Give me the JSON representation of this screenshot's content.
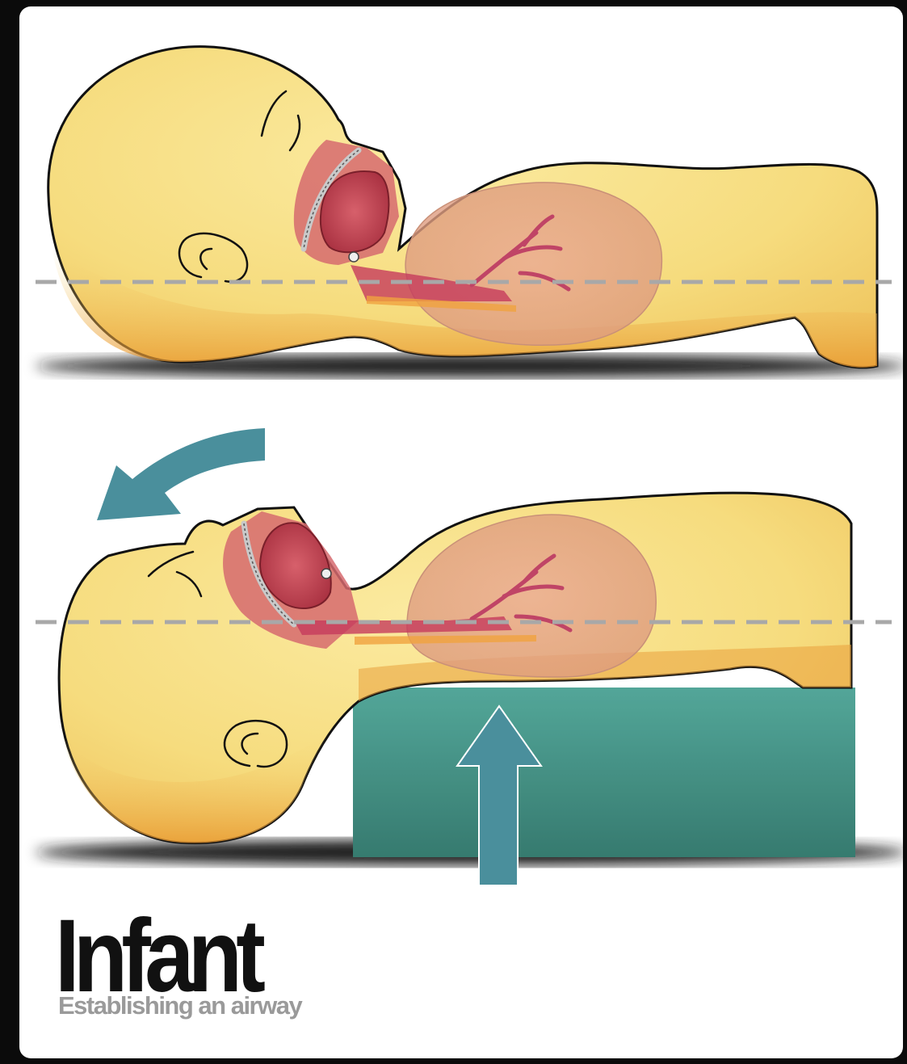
{
  "title": "Infant",
  "subtitle": "Establishing an airway",
  "colors": {
    "skin": "#f6dc7e",
    "skin_shadow": "#eda93a",
    "outline": "#111111",
    "lung": "#e6a28c",
    "airway": "#c63b5c",
    "mouth": "#c0424f",
    "bolster": "#3f9589",
    "arrow": "#4a8f9c",
    "guide_line": "#a8a8a8",
    "floor_shadow": "#1a1a1a",
    "subtitle_text": "#9a9a9a"
  },
  "icons": {
    "top_figure": "infant-neutral-position",
    "bottom_figure": "infant-head-tilt-position",
    "curved_arrow": "curved-arrow-left-icon",
    "up_arrow": "arrow-up-icon",
    "bolster": "shoulder-roll-cushion"
  }
}
